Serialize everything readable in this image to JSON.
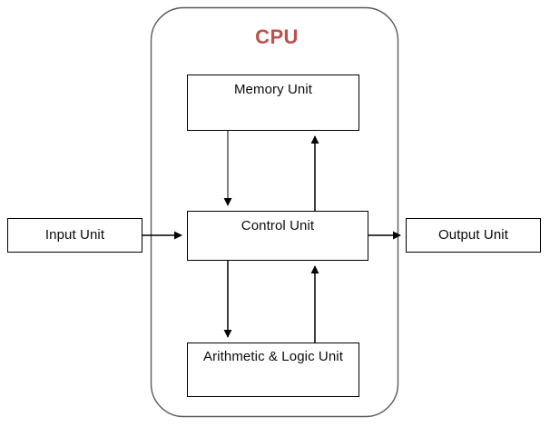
{
  "diagram": {
    "title": "CPU",
    "title_color": "#C0504D",
    "container": {
      "name": "cpu-boundary",
      "label": "CPU"
    },
    "nodes": [
      {
        "id": "memory-unit",
        "label": "Memory Unit"
      },
      {
        "id": "control-unit",
        "label": "Control Unit"
      },
      {
        "id": "alu-unit",
        "label": "Arithmetic & Logic Unit"
      },
      {
        "id": "input-unit",
        "label": "Input Unit"
      },
      {
        "id": "output-unit",
        "label": "Output Unit"
      }
    ],
    "edges": [
      {
        "from": "Memory Unit",
        "to": "Control Unit",
        "direction": "down"
      },
      {
        "from": "Control Unit",
        "to": "Memory Unit",
        "direction": "up"
      },
      {
        "from": "Control Unit",
        "to": "Arithmetic & Logic Unit",
        "direction": "down"
      },
      {
        "from": "Arithmetic & Logic Unit",
        "to": "Control Unit",
        "direction": "up"
      },
      {
        "from": "Input Unit",
        "to": "Control Unit",
        "direction": "right"
      },
      {
        "from": "Control Unit",
        "to": "Output Unit",
        "direction": "right"
      }
    ],
    "colors": {
      "background": "#FFFFFF",
      "stroke": "#000000",
      "boundary_stroke": "#595959",
      "text": "#0B0B0B",
      "title": "#C0504D"
    }
  }
}
